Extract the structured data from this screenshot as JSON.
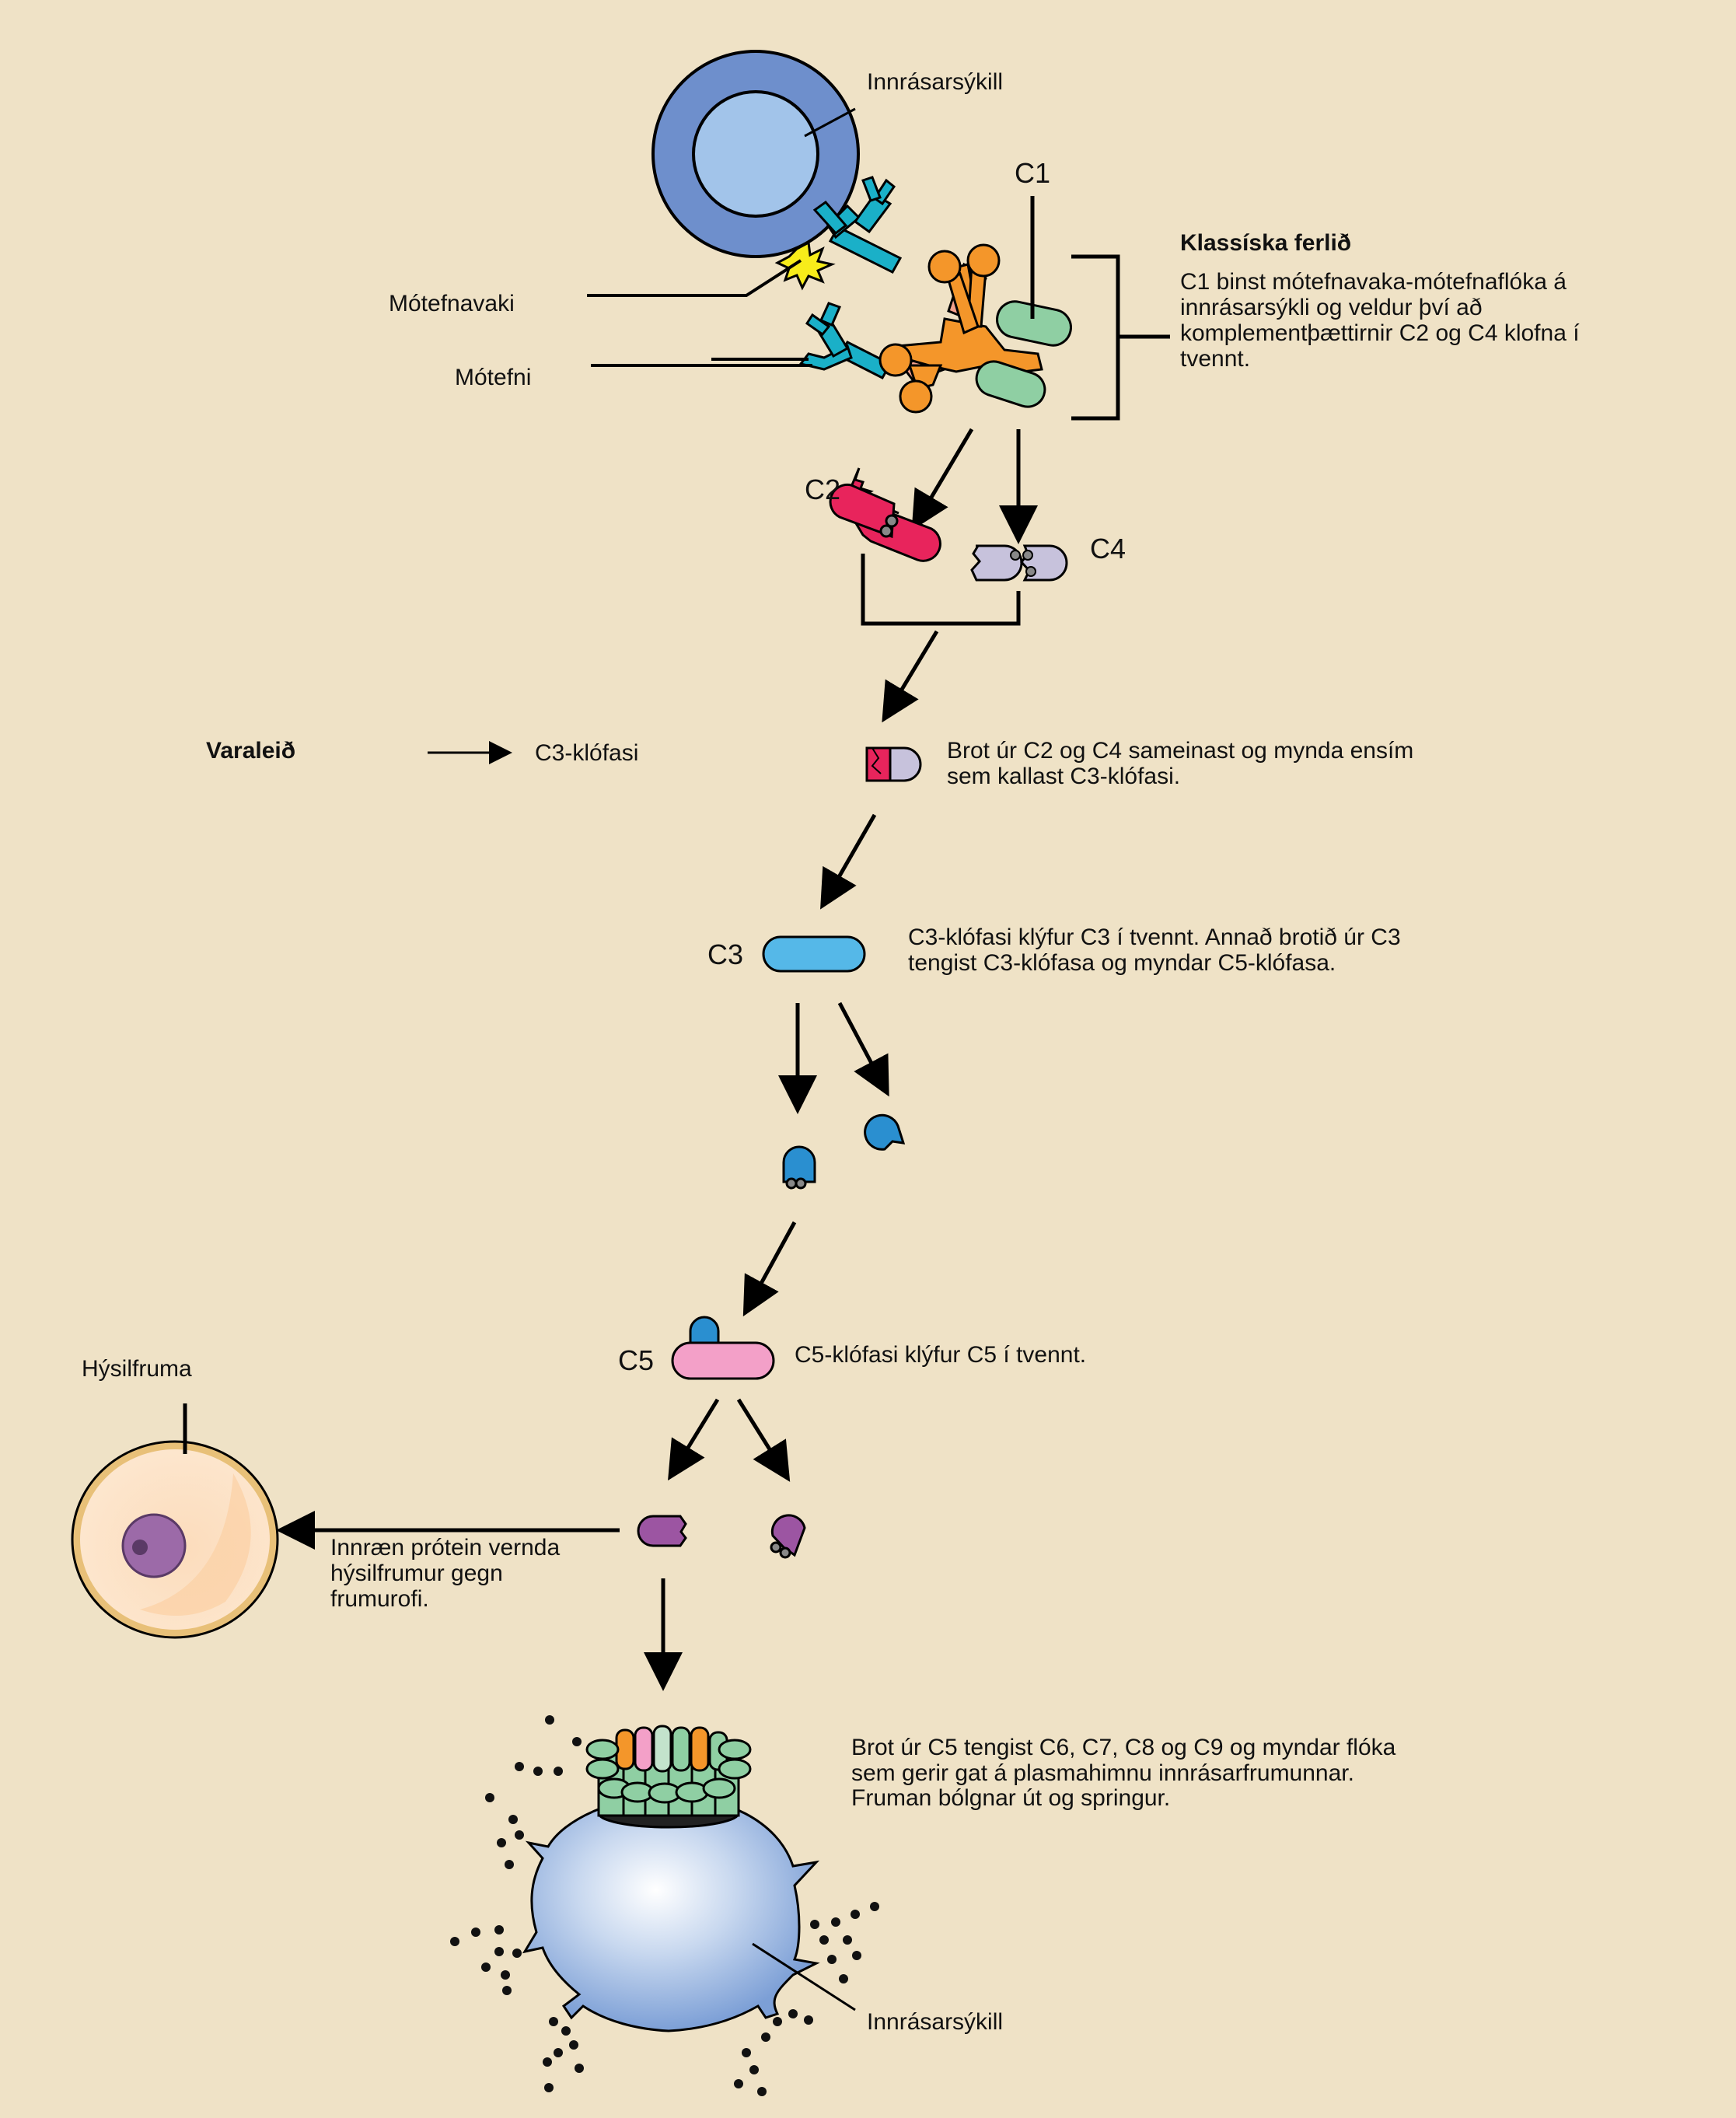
{
  "labels": {
    "pathogen_top": "Innrásarsýkill",
    "c1": "C1",
    "antigen": "Mótefnavaki",
    "antibody": "Mótefni",
    "c2": "C2",
    "c4": "C4",
    "alternative_pathway": "Varaleið",
    "c3_convertase": "C3-klófasi",
    "c3": "C3",
    "c5": "C5",
    "host_cell": "Hýsilfruma",
    "pathogen_bottom": "Innrásarsýkill"
  },
  "classical": {
    "title": "Klassíska ferlið",
    "lines": [
      "C1 binst mótefnavaka-mótefnaflóka á",
      "innrásarsýkli og veldur því að",
      "komplementþættirnir C2 og C4 klofna í",
      "tvennt."
    ]
  },
  "step_c3_convertase": {
    "lines": [
      "Brot úr C2 og C4 sameinast og mynda ensím",
      "sem kallast C3-klófasi."
    ]
  },
  "step_c3": {
    "lines": [
      "C3-klófasi klýfur C3 í tvennt. Annað brotið úr C3",
      "tengist C3-klófasa og myndar C5-klófasa."
    ]
  },
  "step_c5": {
    "lines": [
      "C5-klófasi klýfur C5 í tvennt."
    ]
  },
  "step_host": {
    "lines": [
      "Innræn prótein vernda",
      "hýsilfrumur gegn",
      "frumurofi."
    ]
  },
  "step_mac": {
    "lines": [
      "Brot úr C5 tengist C6, C7, C8 og C9 og myndar flóka",
      "sem gerir gat á plasmahimnu innrásarfrumunnar.",
      "Fruman bólgnar út og springur."
    ]
  },
  "colors": {
    "background": "#efe2c6",
    "antibody": "#1ab0c8",
    "antigen": "#f7ec1a",
    "c1_orange": "#f4962a",
    "c1_green": "#8fcfa3",
    "c2": "#e8245c",
    "c4": "#c7c2dc",
    "c3": "#55b8e8",
    "c3b": "#2a8fd0",
    "c5": "#f3a0c8",
    "c5b": "#9c55a2",
    "pathogen": "#6e8fcc",
    "host_cell": "#fbd7b0"
  }
}
